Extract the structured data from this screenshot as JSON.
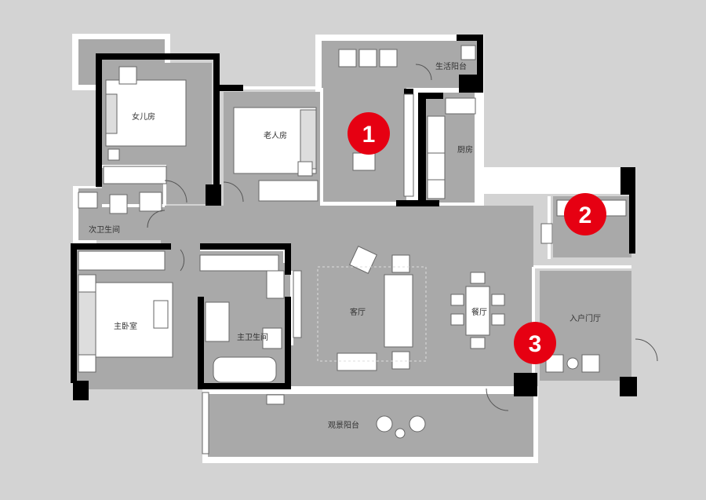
{
  "rooms": {
    "daughter": "女儿房",
    "elder": "老人房",
    "kitchen": "厨房",
    "utility_balcony": "生活阳台",
    "second_bath": "次卫生间",
    "master_bed": "主卧室",
    "master_bath": "主卫生间",
    "living": "客厅",
    "dining": "餐厅",
    "foyer": "入户门厅",
    "view_balcony": "观景阳台"
  },
  "markers": [
    "1",
    "2",
    "3"
  ],
  "colors": {
    "background": "#d3d3d3",
    "floor": "#a9a9a9",
    "wall": "#000000",
    "furniture": "#ffffff",
    "marker": "#e60012"
  }
}
